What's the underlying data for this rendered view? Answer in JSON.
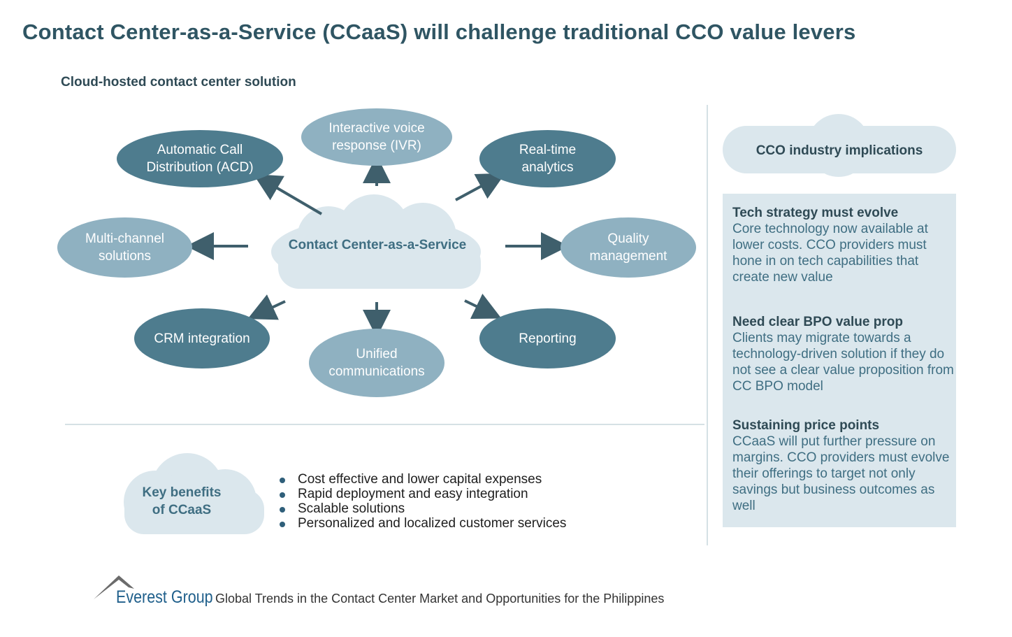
{
  "title": "Contact Center-as-a-Service (CCaaS) will challenge traditional CCO value levers",
  "subtitle": "Cloud-hosted contact center solution",
  "center": "Contact Center-as-a-Service",
  "nodes": {
    "acd": [
      "Automatic Call",
      "Distribution (ACD)"
    ],
    "ivr": [
      "Interactive voice",
      "response (IVR)"
    ],
    "analytics": [
      "Real-time",
      "analytics"
    ],
    "multichannel": [
      "Multi-channel",
      "solutions"
    ],
    "quality": [
      "Quality",
      "management"
    ],
    "crm": [
      "CRM integration"
    ],
    "unified": [
      "Unified",
      "communications"
    ],
    "reporting": [
      "Reporting"
    ]
  },
  "benefits": {
    "label": [
      "Key benefits",
      "of CCaaS"
    ],
    "items": [
      "Cost effective and lower capital expenses",
      "Rapid deployment and easy integration",
      "Scalable solutions",
      "Personalized and localized customer services"
    ]
  },
  "implications": {
    "label": "CCO industry implications",
    "items": [
      {
        "head": "Tech strategy must evolve",
        "body": "Core technology now available at lower costs. CCO providers must hone in on tech capabilities that create new value"
      },
      {
        "head": "Need clear BPO value prop",
        "body": "Clients may migrate towards a technology-driven solution if they do not see a clear value proposition from CC BPO model"
      },
      {
        "head": "Sustaining price points",
        "body": "CCaaS will put further pressure on margins. CCO providers must evolve their offerings to target not only savings but business outcomes as well"
      }
    ]
  },
  "footer": {
    "brand": "Everest Group",
    "text": "Global Trends in the Contact Center Market and Opportunities for the Philippines"
  },
  "colors": {
    "title": "#2f5563",
    "dark_node": "#4e7c8e",
    "light_node": "#8fb1c1",
    "cloud": "#dbe7ed",
    "arrow": "#3f5f6c"
  }
}
